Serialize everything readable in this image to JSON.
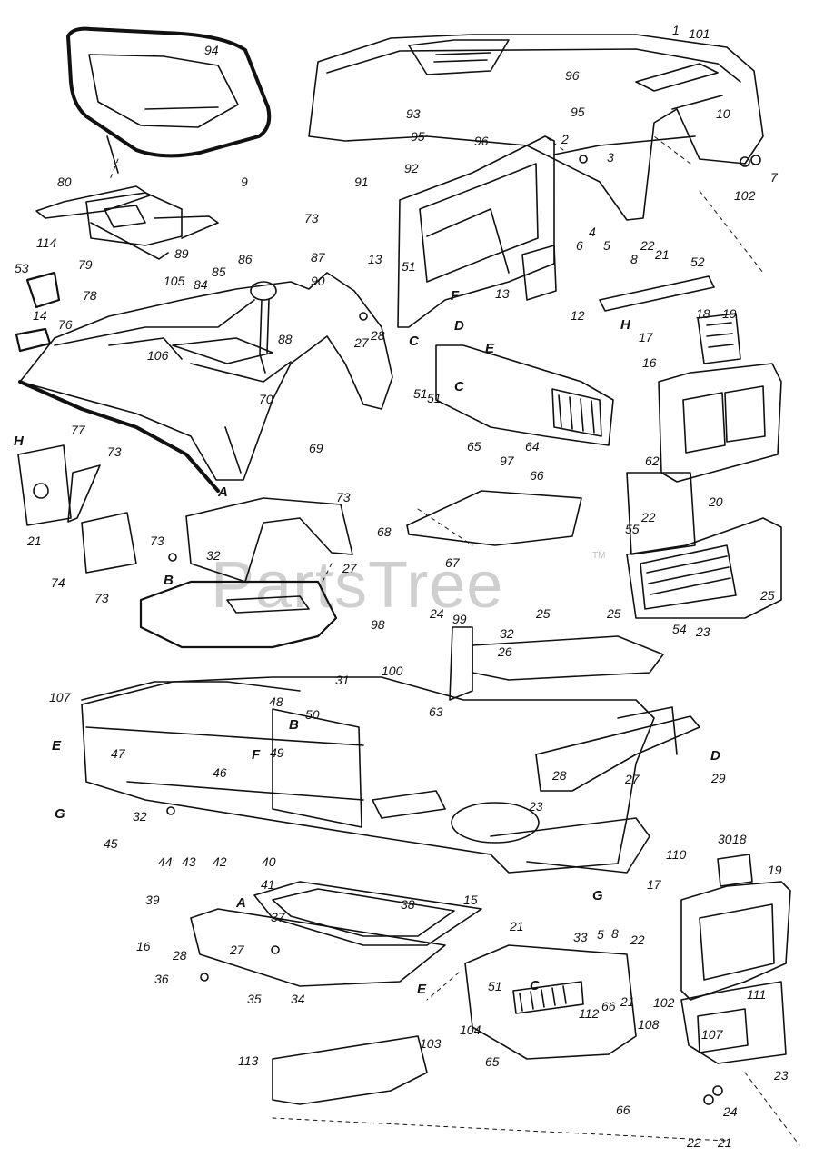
{
  "diagram": {
    "watermark": "PartsTree",
    "trademark": "TM",
    "footer_code": "",
    "callouts": [
      "1",
      "101",
      "94",
      "96",
      "93",
      "95",
      "95",
      "96",
      "2",
      "10",
      "3",
      "7",
      "102",
      "9",
      "92",
      "91",
      "80",
      "73",
      "87",
      "4",
      "6",
      "5",
      "22",
      "21",
      "8",
      "52",
      "114",
      "53",
      "79",
      "89",
      "90",
      "13",
      "78",
      "105",
      "85",
      "86",
      "84",
      "51",
      "F",
      "13",
      "D",
      "C",
      "12",
      "H",
      "18",
      "19",
      "14",
      "76",
      "106",
      "88",
      "27",
      "28",
      "17",
      "16",
      "E",
      "51",
      "C",
      "51",
      "65",
      "97",
      "64",
      "66",
      "20",
      "77",
      "70",
      "69",
      "A",
      "62",
      "H",
      "73",
      "73",
      "68",
      "67",
      "55",
      "22",
      "21",
      "74",
      "73",
      "73",
      "32",
      "B",
      "27",
      "54",
      "25",
      "25",
      "23",
      "24",
      "99",
      "98",
      "32",
      "25",
      "26",
      "100",
      "31",
      "63",
      "107",
      "48",
      "50",
      "E",
      "47",
      "B",
      "F",
      "49",
      "D",
      "27",
      "29",
      "28",
      "G",
      "46",
      "23",
      "32",
      "45",
      "44",
      "43",
      "42",
      "40",
      "41",
      "A",
      "39",
      "38",
      "15",
      "G",
      "30",
      "18",
      "19",
      "110",
      "17",
      "16",
      "37",
      "27",
      "28",
      "36",
      "35",
      "34",
      "33",
      "5",
      "8",
      "22",
      "21",
      "E",
      "51",
      "C",
      "66",
      "21",
      "102",
      "103",
      "104",
      "112",
      "108",
      "111",
      "107",
      "65",
      "113",
      "23",
      "66",
      "24",
      "22",
      "21"
    ]
  }
}
